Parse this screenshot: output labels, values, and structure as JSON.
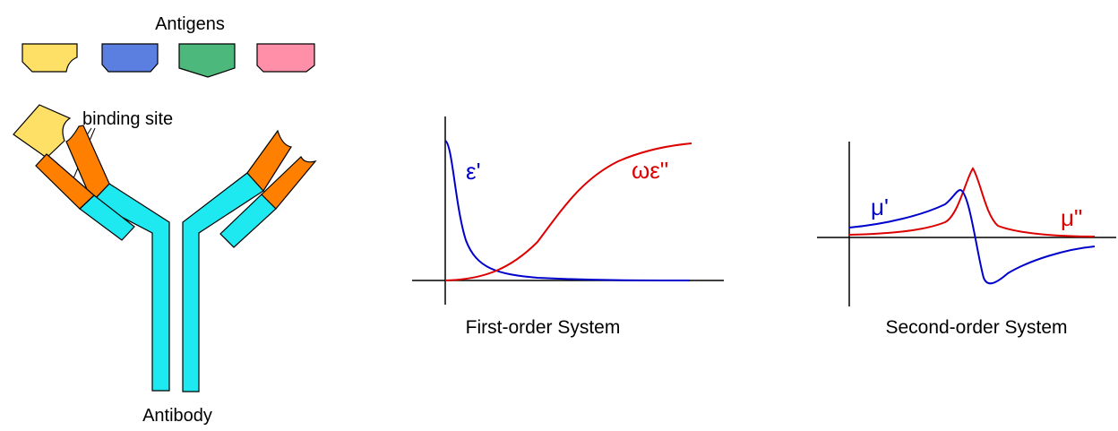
{
  "antibody_figure": {
    "antigens_label": "Antigens",
    "binding_site_label": "binding site",
    "antibody_label": "Antibody",
    "colors": {
      "antigen_yellow": "#FFE066",
      "antigen_blue": "#5B7FE0",
      "antigen_green": "#4DB87C",
      "antigen_pink": "#FF8FA8",
      "binding_orange": "#FF8000",
      "heavy_cyan": "#1EE8F0"
    }
  },
  "first_order": {
    "caption": "First-order System",
    "curve_labels": {
      "eps_prime": "ε'",
      "omega_eps_dprime": "ωε\""
    },
    "colors": {
      "eps_prime": "#0000CC",
      "omega_eps_dprime": "#DD0000"
    }
  },
  "second_order": {
    "caption": "Second-order System",
    "curve_labels": {
      "mu_prime": "μ'",
      "mu_dprime": "μ\""
    },
    "colors": {
      "mu_prime": "#0000CC",
      "mu_dprime": "#DD0000"
    }
  }
}
